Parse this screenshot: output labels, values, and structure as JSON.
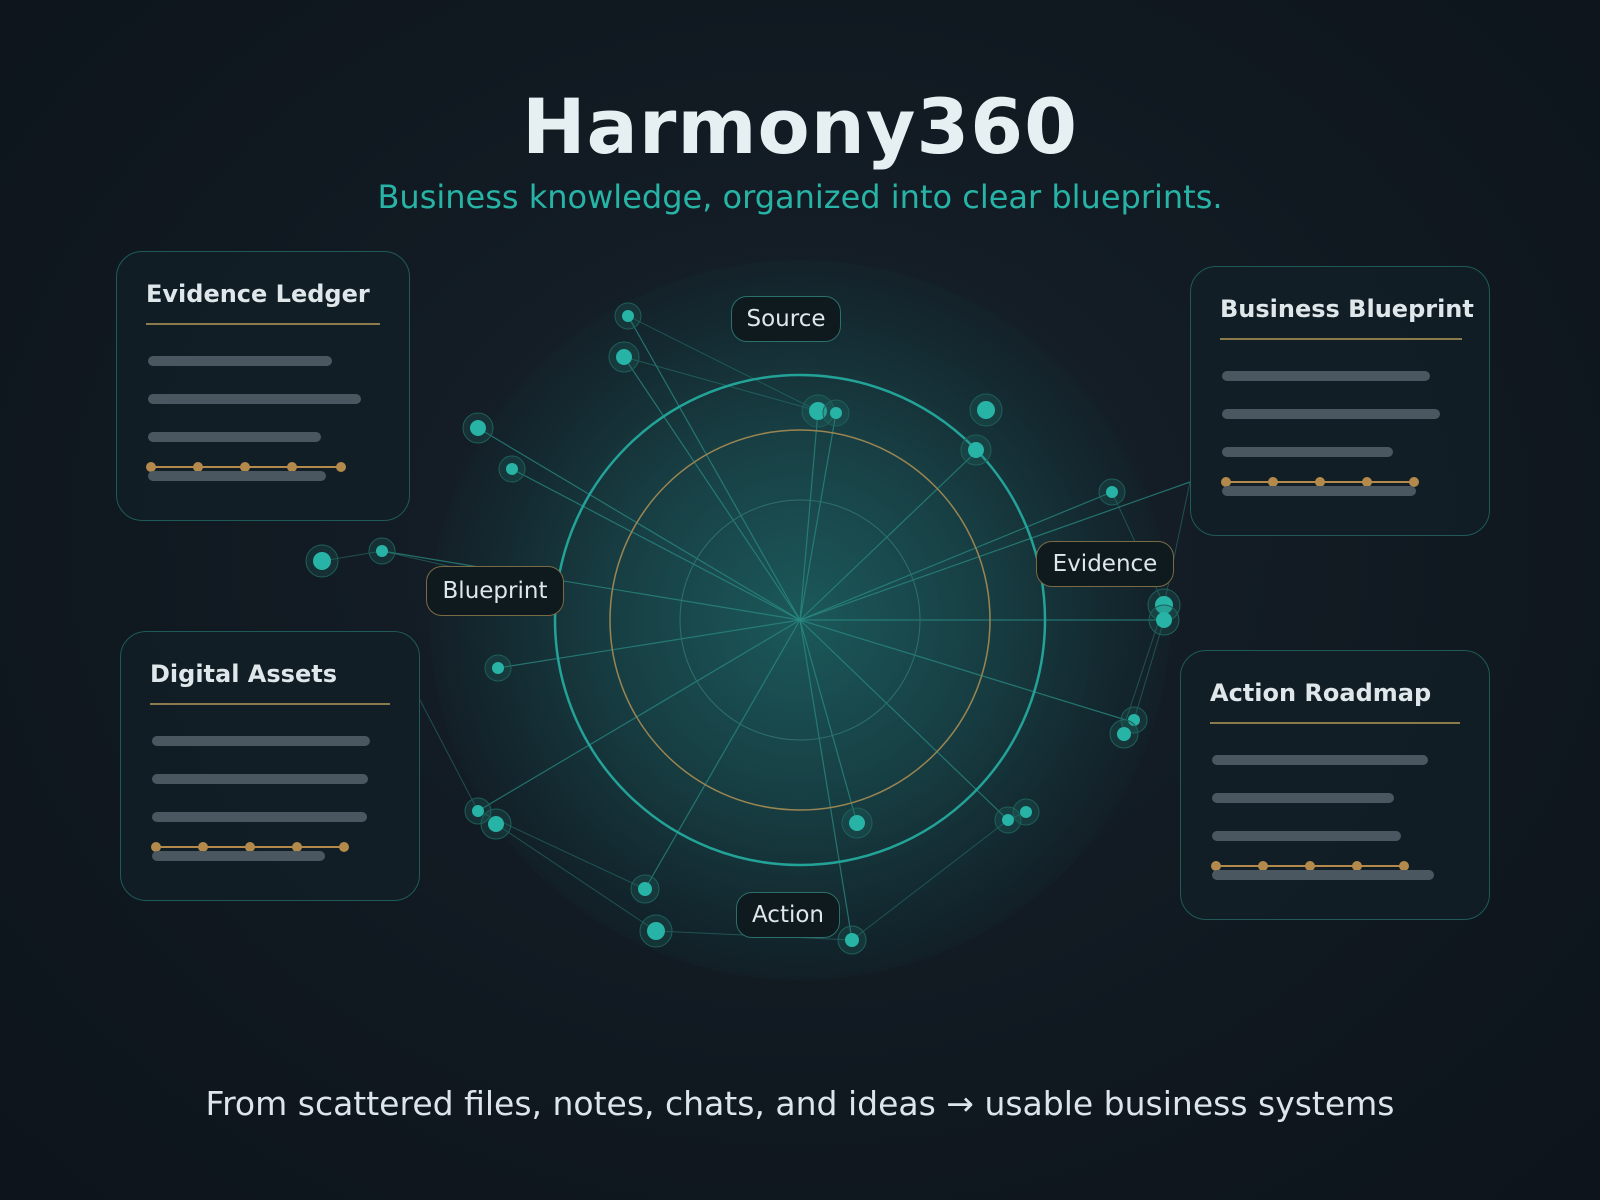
{
  "header": {
    "title": "Harmony360",
    "subtitle": "Business knowledge, organized into clear blueprints."
  },
  "footer": {
    "text": "From scattered files, notes, chats, and ideas → usable business systems"
  },
  "hub": {
    "labels": {
      "source": "Source",
      "blueprint": "Blueprint",
      "evidence": "Evidence",
      "action": "Action"
    }
  },
  "cards": {
    "evidence_ledger": {
      "title": "Evidence Ledger"
    },
    "business_blueprint": {
      "title": "Business Blueprint"
    },
    "digital_assets": {
      "title": "Digital Assets"
    },
    "action_roadmap": {
      "title": "Action Roadmap"
    }
  },
  "colors": {
    "accent_teal": "#27b3a5",
    "accent_gold": "#b48a4c",
    "background": "#101820"
  }
}
